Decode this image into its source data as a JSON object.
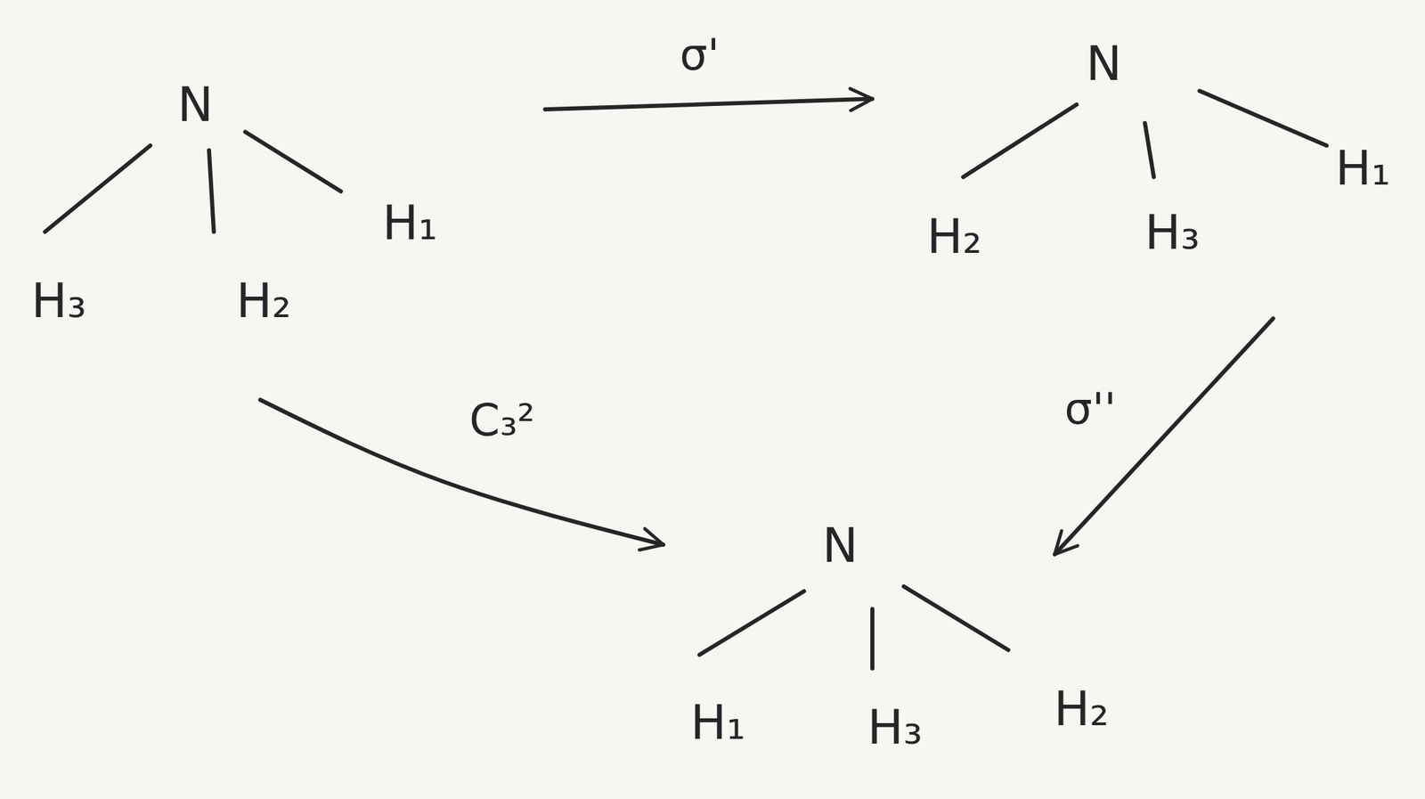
{
  "diagram": {
    "nodes": [
      {
        "text": [
          "N",
          "H₃",
          "H₂",
          "H₁"
        ]
      },
      {
        "text": [
          "N",
          "H₂",
          "H₃",
          "H₁"
        ]
      },
      {
        "text": [
          "N",
          "H₁",
          "H₃",
          "H₂"
        ]
      }
    ],
    "edges": [
      {
        "from": 0,
        "to": 1,
        "arrow": "to",
        "label": "σ'"
      },
      {
        "from": 1,
        "to": 2,
        "arrow": "to",
        "label": "σ''"
      },
      {
        "from": 0,
        "to": 2,
        "arrow": "to",
        "label": "C₃²"
      }
    ]
  }
}
